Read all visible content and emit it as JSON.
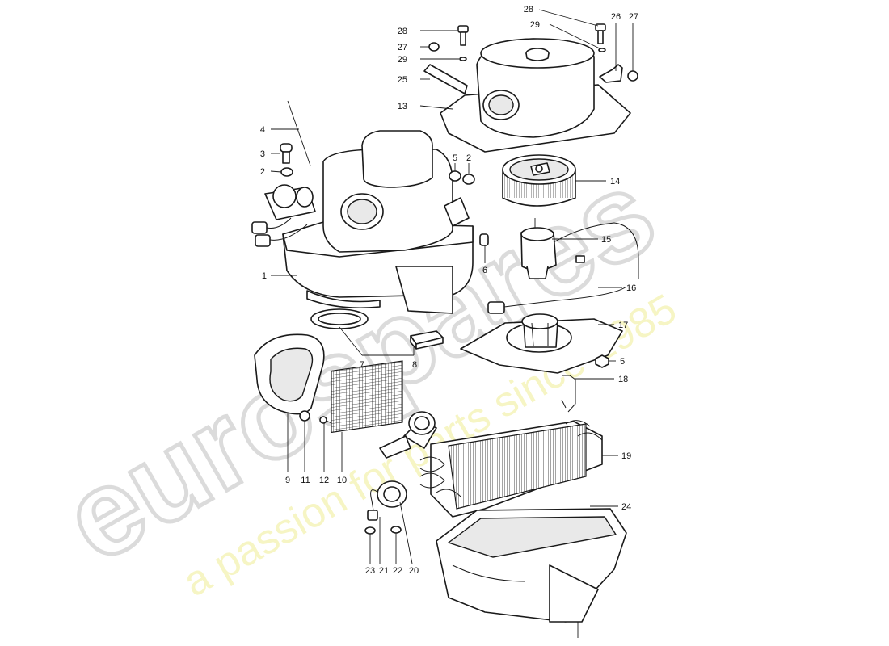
{
  "watermark": {
    "brand": "eurospares",
    "tagline": "a passion for parts since 1985",
    "brand_color": "#d8d8d8",
    "tagline_color": "#f3f0a8"
  },
  "diagram": {
    "callouts": [
      {
        "id": "c28a",
        "label": "28"
      },
      {
        "id": "c27a",
        "label": "27"
      },
      {
        "id": "c29a",
        "label": "29"
      },
      {
        "id": "c25",
        "label": "25"
      },
      {
        "id": "c13",
        "label": "13"
      },
      {
        "id": "c4",
        "label": "4"
      },
      {
        "id": "c3",
        "label": "3"
      },
      {
        "id": "c2a",
        "label": "2"
      },
      {
        "id": "c1",
        "label": "1"
      },
      {
        "id": "c28b",
        "label": "28"
      },
      {
        "id": "c29b",
        "label": "29"
      },
      {
        "id": "c26",
        "label": "26"
      },
      {
        "id": "c27b",
        "label": "27"
      },
      {
        "id": "c5a",
        "label": "5"
      },
      {
        "id": "c2b",
        "label": "2"
      },
      {
        "id": "c14",
        "label": "14"
      },
      {
        "id": "c15",
        "label": "15"
      },
      {
        "id": "c6",
        "label": "6"
      },
      {
        "id": "c16",
        "label": "16"
      },
      {
        "id": "c17",
        "label": "17"
      },
      {
        "id": "c5b",
        "label": "5"
      },
      {
        "id": "c18",
        "label": "18"
      },
      {
        "id": "c7",
        "label": "7"
      },
      {
        "id": "c8",
        "label": "8"
      },
      {
        "id": "c19",
        "label": "19"
      },
      {
        "id": "c24",
        "label": "24"
      },
      {
        "id": "c9",
        "label": "9"
      },
      {
        "id": "c11",
        "label": "11"
      },
      {
        "id": "c12",
        "label": "12"
      },
      {
        "id": "c10",
        "label": "10"
      },
      {
        "id": "c23",
        "label": "23"
      },
      {
        "id": "c21",
        "label": "21"
      },
      {
        "id": "c22",
        "label": "22"
      },
      {
        "id": "c20",
        "label": "20"
      }
    ]
  }
}
